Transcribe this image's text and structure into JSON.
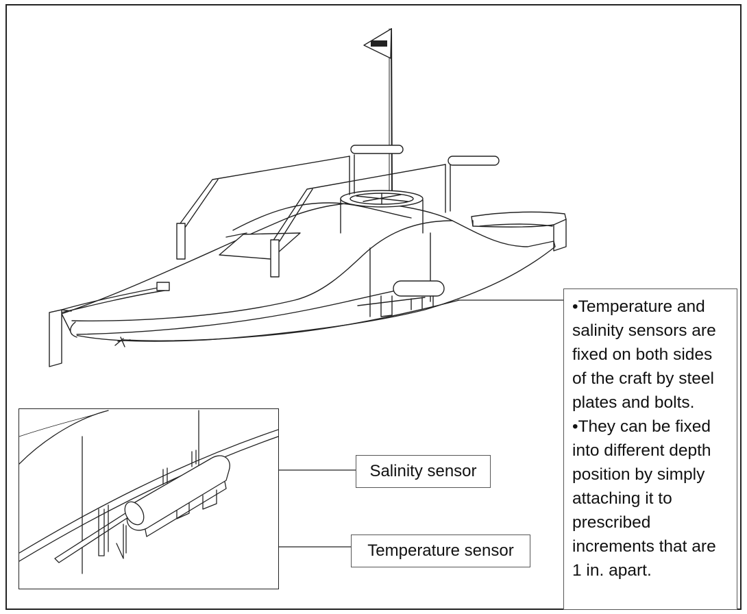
{
  "callouts": {
    "salinity": "Salinity sensor",
    "temperature": "Temperature sensor"
  },
  "note": {
    "bullets": [
      "•Temperature and salinity sensors are fixed on both sides of the craft by steel plates and bolts.",
      "•They can be fixed into different depth position by simply attaching it to prescribed increments that are 1 in. apart."
    ]
  }
}
